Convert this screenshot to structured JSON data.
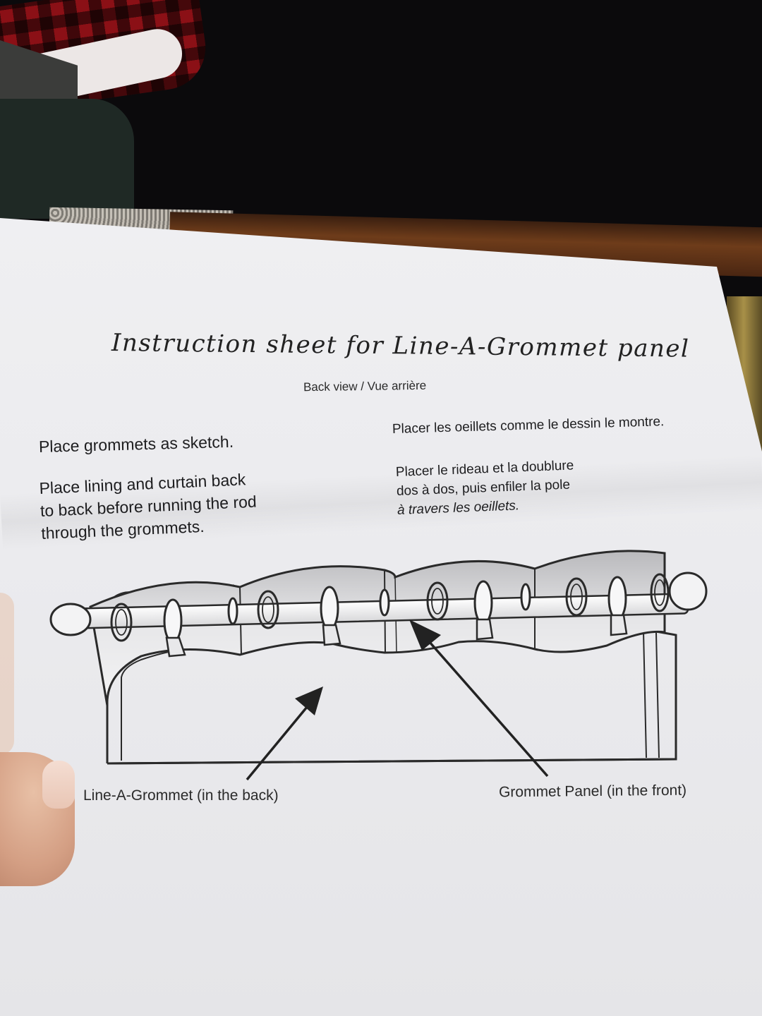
{
  "sheet": {
    "title": "Instruction sheet for Line-A-Grommet panel",
    "subtitle": "Back view  /  Vue arrière",
    "english": {
      "step1": "Place grommets as sketch.",
      "step2_lines": [
        "Place lining and curtain back",
        "to back before running the rod",
        "through the grommets."
      ]
    },
    "french": {
      "step1": "Placer les oeillets comme le dessin le montre.",
      "step2_lines": [
        "Placer le rideau et la doublure",
        "dos à dos, puis enfiler la pole",
        "à travers les oeillets."
      ]
    },
    "diagram": {
      "label_left": "Line-A-Grommet (in the back)",
      "label_right": "Grommet Panel (in the front)"
    }
  },
  "colors": {
    "paper": "#ededf0",
    "ink": "#1d1d1f",
    "background": "#0b0a0c"
  }
}
